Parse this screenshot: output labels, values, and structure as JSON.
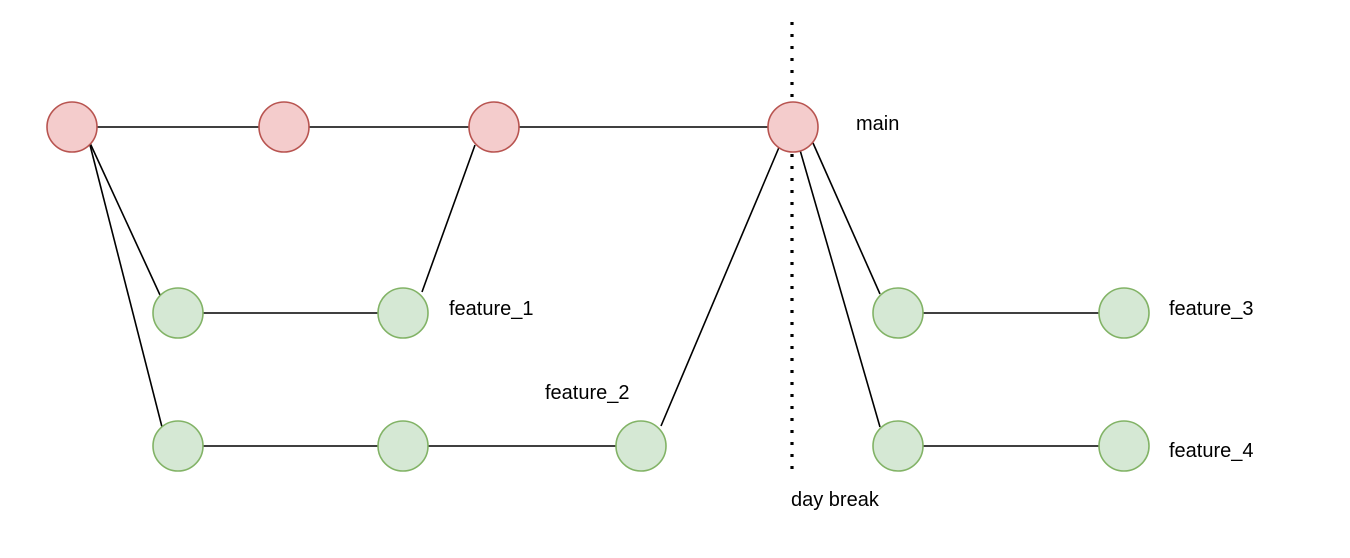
{
  "labels": {
    "main": "main",
    "feature_1": "feature_1",
    "feature_2": "feature_2",
    "feature_3": "feature_3",
    "feature_4": "feature_4",
    "day_break": "day break"
  },
  "colors": {
    "main_fill": "#f4cccc",
    "main_stroke": "#b85450",
    "branch_fill": "#d5e8d4",
    "branch_stroke": "#82b366"
  }
}
